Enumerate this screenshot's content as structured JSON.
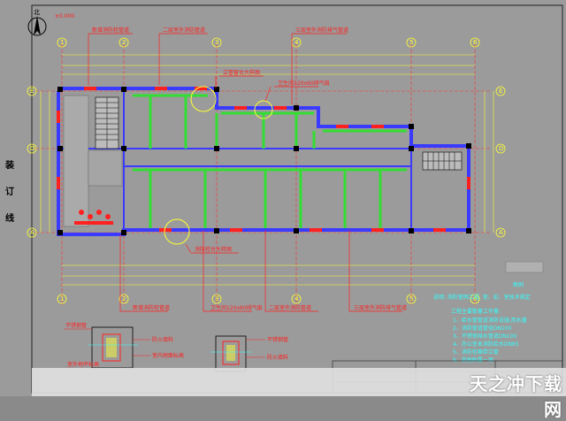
{
  "north_label": "北",
  "elevation": "±0.000",
  "side_labels": [
    "装",
    "订",
    "线"
  ],
  "axis_letters": [
    "E",
    "D",
    "A"
  ],
  "axis_numbers": [
    "1",
    "2",
    "3",
    "4",
    "5",
    "6"
  ],
  "callouts_top": [
    "新增消防栓管道",
    "二层室外消防管道",
    "三层室外消防排气管道",
    "立管窗台大样图",
    "卫生间120x60排气扇"
  ],
  "callouts_bottom": [
    "消防栓台大样图"
  ],
  "notes_block": {
    "title": "说明: 消防管网工程, 室、宏、室技术规定",
    "lines": [
      "工程主要数量工作量:",
      "1、给水管管道消防设施,用水量",
      "2、消防管道管径DN100",
      "3、不锈钢排水管道DN100",
      "4、办公室本消防给水DN65",
      "5、消防栓箱带立管",
      "6、其他附属一项"
    ]
  },
  "legend_label": "图例",
  "detail_labels": [
    "不锈钢管",
    "防火填料",
    "室内地面标高",
    "室外地坪标高",
    "不锈钢管",
    "防火填料"
  ],
  "watermark": "天之冲下载网",
  "colors": {
    "background": "#9b9b9b",
    "wall": "#3b3bff",
    "partition": "#33dd33",
    "column": "#000000",
    "annotation": "#ff2020",
    "dimension": "#ffff33",
    "grid": "#ff3030"
  }
}
